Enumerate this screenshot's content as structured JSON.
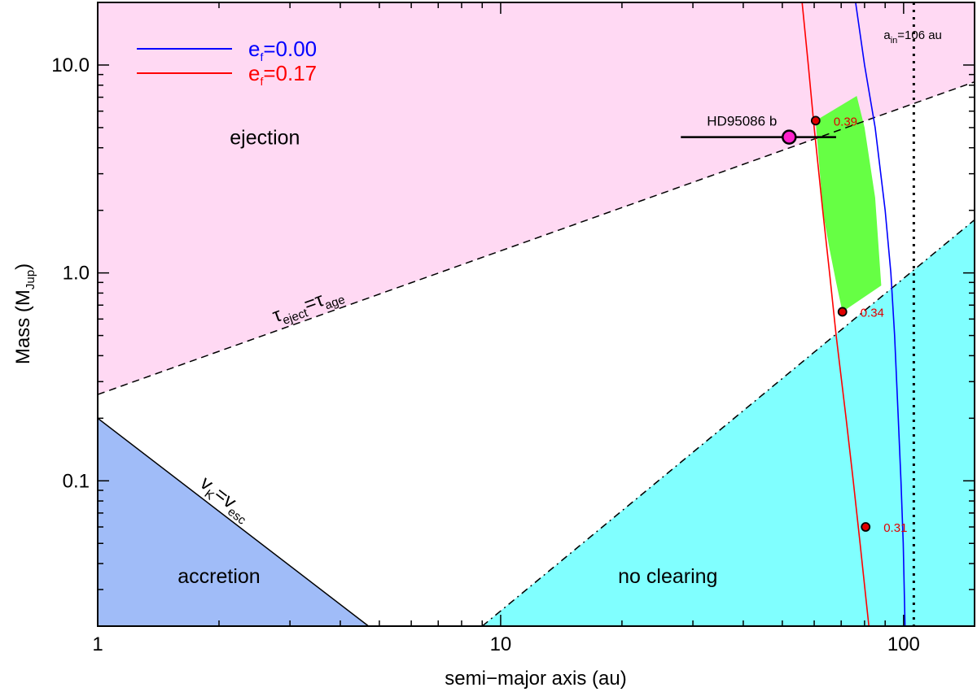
{
  "chart_data": {
    "type": "line",
    "xlabel": "semi−major axis (au)",
    "ylabel": {
      "main": "Mass (M",
      "sub": "Jup",
      "close": ")"
    },
    "xscale": "log",
    "yscale": "log",
    "xlim": [
      1,
      150
    ],
    "ylim": [
      0.02,
      20
    ],
    "xticks": [
      {
        "value": 1,
        "label": "1"
      },
      {
        "value": 10,
        "label": "10"
      },
      {
        "value": 100,
        "label": "100"
      }
    ],
    "yticks": [
      {
        "value": 0.1,
        "label": "0.1"
      },
      {
        "value": 1,
        "label": "1.0"
      },
      {
        "value": 10,
        "label": "10.0"
      }
    ],
    "regions": [
      {
        "name": "ejection",
        "label": "ejection",
        "color": "#ffd9f3",
        "label_at": [
          2.6,
          4.5
        ]
      },
      {
        "name": "accretion",
        "label": "accretion",
        "color": "#a0bcf8",
        "label_at": [
          2.0,
          0.035
        ]
      },
      {
        "name": "no-clearing",
        "label": "no clearing",
        "color": "#80ffff",
        "label_at": [
          26.0,
          0.035
        ]
      },
      {
        "name": "allowed",
        "label": "",
        "color": "#66ff44"
      }
    ],
    "boundaries": {
      "ejection": {
        "style": "dashed",
        "points": [
          [
            1,
            0.26
          ],
          [
            150,
            8.3
          ]
        ],
        "label_main": "τ",
        "label_sub1": "eject",
        "label_mid": "=τ",
        "label_sub2": "age"
      },
      "accretion": {
        "style": "solid",
        "points": [
          [
            1,
            0.2
          ],
          [
            4.7,
            0.02
          ]
        ],
        "label_main": "v",
        "label_sub1": "K",
        "label_mid": "=v",
        "label_sub2": "esc"
      },
      "no_clearing": {
        "style": "dash-dot",
        "points": [
          [
            9.0,
            0.02
          ],
          [
            150,
            1.8
          ]
        ]
      }
    },
    "series": [
      {
        "name": "e",
        "sub": "f",
        "suffix": "=0.00",
        "color": "#0000ff",
        "points": [
          [
            76,
            20
          ],
          [
            80,
            10
          ],
          [
            85,
            5
          ],
          [
            90,
            2
          ],
          [
            93,
            1
          ],
          [
            95,
            0.5
          ],
          [
            97,
            0.2
          ],
          [
            98.5,
            0.1
          ],
          [
            99.8,
            0.05
          ],
          [
            100.8,
            0.02
          ]
        ]
      },
      {
        "name": "e",
        "sub": "f",
        "suffix": "=0.17",
        "color": "#ff0000",
        "points": [
          [
            56,
            20
          ],
          [
            58,
            10
          ],
          [
            60,
            5
          ],
          [
            63,
            2
          ],
          [
            65.5,
            1
          ],
          [
            68,
            0.5
          ],
          [
            72,
            0.2
          ],
          [
            75,
            0.1
          ],
          [
            78,
            0.05
          ],
          [
            82,
            0.02
          ]
        ]
      }
    ],
    "allowed_region": [
      [
        60.5,
        5.4
      ],
      [
        76.5,
        7.1
      ],
      [
        80,
        5
      ],
      [
        85,
        2.3
      ],
      [
        88,
        0.87
      ],
      [
        70.5,
        0.65
      ],
      [
        68,
        0.9
      ],
      [
        65.5,
        1.3
      ],
      [
        63,
        2
      ],
      [
        62,
        3
      ],
      [
        60.5,
        5.4
      ]
    ],
    "marked_points": [
      {
        "x": 60.5,
        "y": 5.4,
        "label": "0.39"
      },
      {
        "x": 70.5,
        "y": 0.65,
        "label": "0.34"
      },
      {
        "x": 80.5,
        "y": 0.06,
        "label": "0.31"
      }
    ],
    "planet": {
      "label": "HD95086 b",
      "x": 52,
      "y": 4.5,
      "xerr": [
        28,
        68
      ],
      "color": "#ff22cc"
    },
    "vline": {
      "x": 106,
      "style": "dotted",
      "label_main": "a",
      "label_sub": "in",
      "label_suffix": "=106 au"
    },
    "legend": {
      "placement": "top-left"
    },
    "grid": false
  }
}
